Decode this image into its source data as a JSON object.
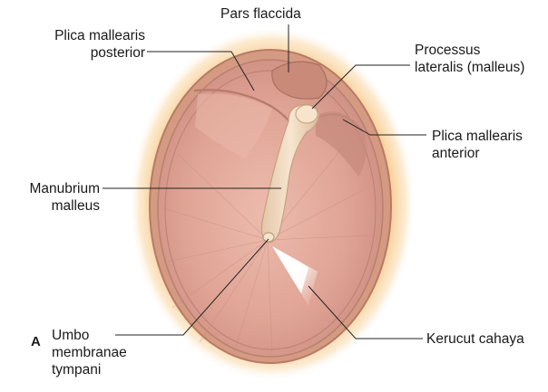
{
  "panel_letter": "A",
  "labels": {
    "pars_flaccida": [
      "Pars flaccida"
    ],
    "plica_posterior": [
      "Plica mallearis",
      "posterior"
    ],
    "processus_lateralis": [
      "Processus",
      "lateralis (malleus)"
    ],
    "plica_anterior": [
      "Plica mallearis",
      "anterior"
    ],
    "manubrium": [
      "Manubrium",
      "malleus"
    ],
    "umbo": [
      "Umbo",
      "membranae",
      "tympani"
    ],
    "kerucut": [
      "Kerucut cahaya"
    ]
  },
  "colors": {
    "halo": "#f6c98a",
    "annulus": "#c98a72",
    "membrane": "#e2a899",
    "membrane_dark": "#c98a80",
    "malleus": "#f2dcc2",
    "leader": "#222222",
    "light_cone": "#ffffff"
  }
}
